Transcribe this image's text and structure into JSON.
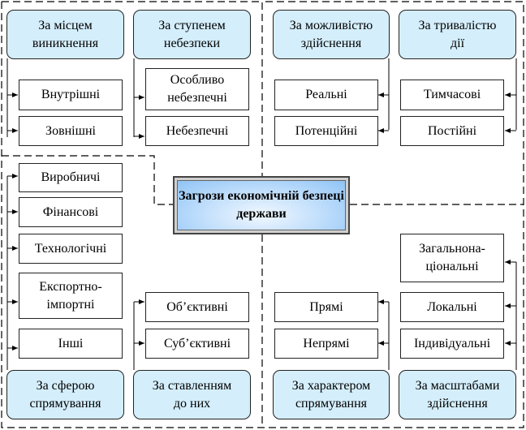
{
  "title": "Загрози економічній безпеці держави",
  "colors": {
    "category_fill": "#d4eefb",
    "center_fill": "#9fcdf7",
    "line": "#000000"
  },
  "groups": [
    {
      "id": "location",
      "category": "За місцем\nвиникнення",
      "items": [
        "Внутрішні",
        "Зовнішні"
      ]
    },
    {
      "id": "danger",
      "category": "За ступенем\nнебезпеки",
      "items": [
        "Особливо\nнебезпечні",
        "Небезпечні"
      ]
    },
    {
      "id": "feasibility",
      "category": "За можливістю\nздійснення",
      "items": [
        "Реальні",
        "Потенційні"
      ]
    },
    {
      "id": "duration",
      "category": "За тривалістю\nдії",
      "items": [
        "Тимчасові",
        "Постійні"
      ]
    },
    {
      "id": "sphere",
      "category": "За сферою\nспрямування",
      "items": [
        "Виробничі",
        "Фінансові",
        "Технологічні",
        "Експортно-\nімпортні",
        "Інші"
      ]
    },
    {
      "id": "attitude",
      "category": "За ставленням\nдо них",
      "items": [
        "Об’єктивні",
        "Суб’єктивні"
      ]
    },
    {
      "id": "character",
      "category": "За характером\nспрямування",
      "items": [
        "Прямі",
        "Непрямі"
      ]
    },
    {
      "id": "scale",
      "category": "За масштабами\nздійснення",
      "items": [
        "Загальнона-\nціональні",
        "Локальні",
        "Індивідуальні"
      ]
    }
  ]
}
